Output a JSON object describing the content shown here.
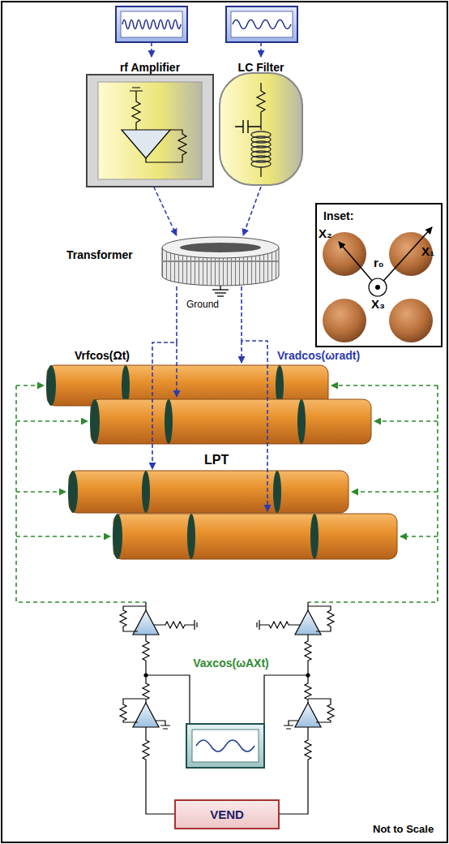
{
  "diagram": {
    "nodes": [
      {
        "text": [
          "rf Amplifier"
        ]
      },
      {
        "text": [
          "LC Filter"
        ]
      },
      {
        "text": [
          "Inset:"
        ]
      },
      {
        "text": [
          "Transformer"
        ]
      },
      {
        "text": [
          "Vaxcos(ωAXt)"
        ]
      },
      {
        "text": [
          "VEND"
        ]
      }
    ],
    "edges": [
      {
        "from": 0,
        "to": 3,
        "arrow": "to"
      },
      {
        "from": 1,
        "to": 3,
        "arrow": "to"
      }
    ],
    "labels": [
      "X₂",
      "X₁",
      "r₀",
      "X₃",
      "Ground",
      "Vrfcos(Ωt)",
      "Vradcos(ωradt)",
      "LPT",
      "Not to Scale"
    ]
  }
}
